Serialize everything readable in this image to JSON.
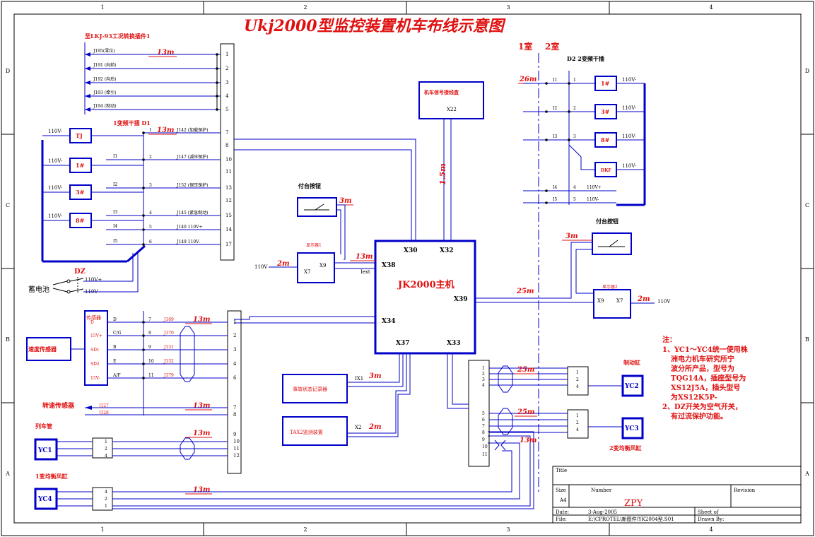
{
  "title": "Ukj2000型监控装置机车布线示意图",
  "grid": {
    "cols": [
      "1",
      "2",
      "3",
      "4"
    ],
    "rows": [
      "D",
      "C",
      "B",
      "A"
    ]
  },
  "rooms": {
    "room1": "1室",
    "room2": "2室"
  },
  "main_unit": {
    "label": "JK2000主机",
    "ports": {
      "x30": "X30",
      "x32": "X32",
      "x38": "X38",
      "x34": "X34",
      "x39": "X39",
      "x37": "X37",
      "x33": "X33"
    }
  },
  "lkj": {
    "header": "至LKJ-93工况转换插件1",
    "length": "13m",
    "rows": [
      {
        "wire": "J195(零位)",
        "pin": "1"
      },
      {
        "wire": "J191 (向前)",
        "pin": "2"
      },
      {
        "wire": "J192 (向后)",
        "pin": "3"
      },
      {
        "wire": "J193 (牵引)",
        "pin": "4"
      },
      {
        "wire": "J194 (制动)",
        "pin": "5"
      }
    ]
  },
  "d1": {
    "header": "1变频干插 D1",
    "length": "13m",
    "boxes": [
      {
        "label": "TJ",
        "volt": "110V-"
      },
      {
        "label": "1#",
        "volt": "110V-"
      },
      {
        "label": "3#",
        "volt": "110V-"
      },
      {
        "label": "8#",
        "volt": "110V-"
      }
    ],
    "rows": [
      {
        "tap": "",
        "num": "1",
        "wire": "J142 (加载保护)",
        "pin": "7"
      },
      {
        "tap": "",
        "num": "",
        "wire": "",
        "pin": "8"
      },
      {
        "tap": "I1",
        "num": "2",
        "wire": "J147 (减压保护)",
        "pin": "10"
      },
      {
        "tap": "",
        "num": "",
        "wire": "",
        "pin": "11"
      },
      {
        "tap": "I2",
        "num": "3",
        "wire": "J152 (保压保护)",
        "pin": "13"
      },
      {
        "tap": "",
        "num": "",
        "wire": "",
        "pin": "12"
      },
      {
        "tap": "I3",
        "num": "4",
        "wire": "J145 (紧急制动)",
        "pin": "15"
      },
      {
        "tap": "I4",
        "num": "5",
        "wire": "J140 110V+",
        "pin": "14"
      },
      {
        "tap": "I5",
        "num": "6",
        "wire": "J149 110V-",
        "pin": "17"
      }
    ]
  },
  "battery": {
    "dz": "DZ",
    "label": "蓄电池",
    "pos": "110V+",
    "neg": "110V-"
  },
  "speed": {
    "adapter": "传感器",
    "label": "速度传感器",
    "length": "13m",
    "rows": [
      {
        "left": "D",
        "num": "7",
        "wire": "J169",
        "pin": "1"
      },
      {
        "left": "15V+",
        "mid": "C/G",
        "num": "8",
        "wire": "J170",
        "pin": "2"
      },
      {
        "left": "SD1",
        "mid": "B",
        "num": "9",
        "wire": "J131",
        "pin": "3"
      },
      {
        "left": "SD2",
        "mid": "E",
        "num": "10",
        "wire": "J132",
        "pin": "4"
      },
      {
        "left": "15V-",
        "mid": "A/F",
        "num": "11",
        "wire": "J179",
        "pin": "6"
      }
    ]
  },
  "rot": {
    "label": "转速传感器",
    "length": "13m",
    "rows": [
      {
        "wire": "J127",
        "pin": "7"
      },
      {
        "wire": "J128",
        "pin": "8"
      }
    ]
  },
  "train_pipe": {
    "label": "列车管",
    "box": "YC1",
    "length": "13m",
    "pins": [
      "1",
      "2",
      "4"
    ],
    "jpins": [
      "9",
      "10",
      "11",
      "12"
    ]
  },
  "yc4": {
    "label": "1变均衡风缸",
    "box": "YC4",
    "length": "13m",
    "pins": [
      "4",
      "2",
      "1"
    ]
  },
  "console1": {
    "label": "付台按钮",
    "length": "3m"
  },
  "disp1": {
    "label": "显示器1",
    "x7": "X7",
    "x9": "X9",
    "v": "110V",
    "len": "2m",
    "len2": "13m",
    "iext": "Iext"
  },
  "signal_box": {
    "label": "机车信号接线盒",
    "port": "X22",
    "length": "1.5m"
  },
  "recorder": {
    "label": "事故状态记录器",
    "port": "IX1",
    "length": "3m"
  },
  "tax": {
    "label": "TAX2监测装置",
    "port": "X2",
    "length": "2m"
  },
  "d2": {
    "header": "D2  2变频干插",
    "length": "26m",
    "volt": "110V-",
    "rows": [
      {
        "tap": "I1",
        "num": "1",
        "box": "1#"
      },
      {
        "tap": "I2",
        "num": "2",
        "box": "3#"
      },
      {
        "tap": "I3",
        "num": "3",
        "box": "8#"
      },
      {
        "tap": "",
        "num": "",
        "box": "DKF"
      }
    ],
    "extra": [
      {
        "tap": "I4",
        "num": "4",
        "volt": "110V+"
      },
      {
        "tap": "I5",
        "num": "5",
        "volt": "110V-"
      }
    ]
  },
  "console2": {
    "label": "付台按钮",
    "length": "3m"
  },
  "disp2": {
    "label": "显示器2",
    "x9": "X9",
    "x7": "X7",
    "len": "25m",
    "len2": "2m",
    "v": "110V"
  },
  "brake_cyl": {
    "label": "制动缸",
    "box": "YC2",
    "length": "25m",
    "pins": [
      "1",
      "2",
      "4"
    ],
    "jpins": [
      "1",
      "2",
      "3",
      "4"
    ]
  },
  "yc3": {
    "label": "2变均衡风缸",
    "box": "YC3",
    "length": "25m",
    "pins": [
      "1",
      "2",
      "4"
    ],
    "jpins": [
      "5",
      "6",
      "7",
      "8",
      "9",
      "10",
      "11"
    ],
    "len13": "13m"
  },
  "notes": {
    "title": "注：",
    "lines": [
      "1、YC1～YC4统一使用株",
      "洲电力机车研究所宁",
      "波分所产品，型号为",
      "TQG14A，插座型号为",
      "XS12J5A，插头型号",
      "为XS12K5P-",
      "2、DZ开关为空气开关，",
      "有过流保护功能。"
    ]
  },
  "title_block": {
    "title": "Title",
    "size": "Size",
    "size_val": "A4",
    "number": "Number",
    "number_val": "ZPY",
    "revision": "Revision",
    "date": "Date:",
    "date_val": "3-Aug-2005",
    "sheet": "Sheet  of",
    "file": "File:",
    "file_val": "E:\\CPROTEL\\新图件\\YK2004型.S01",
    "drawn": "Drawn By:"
  }
}
